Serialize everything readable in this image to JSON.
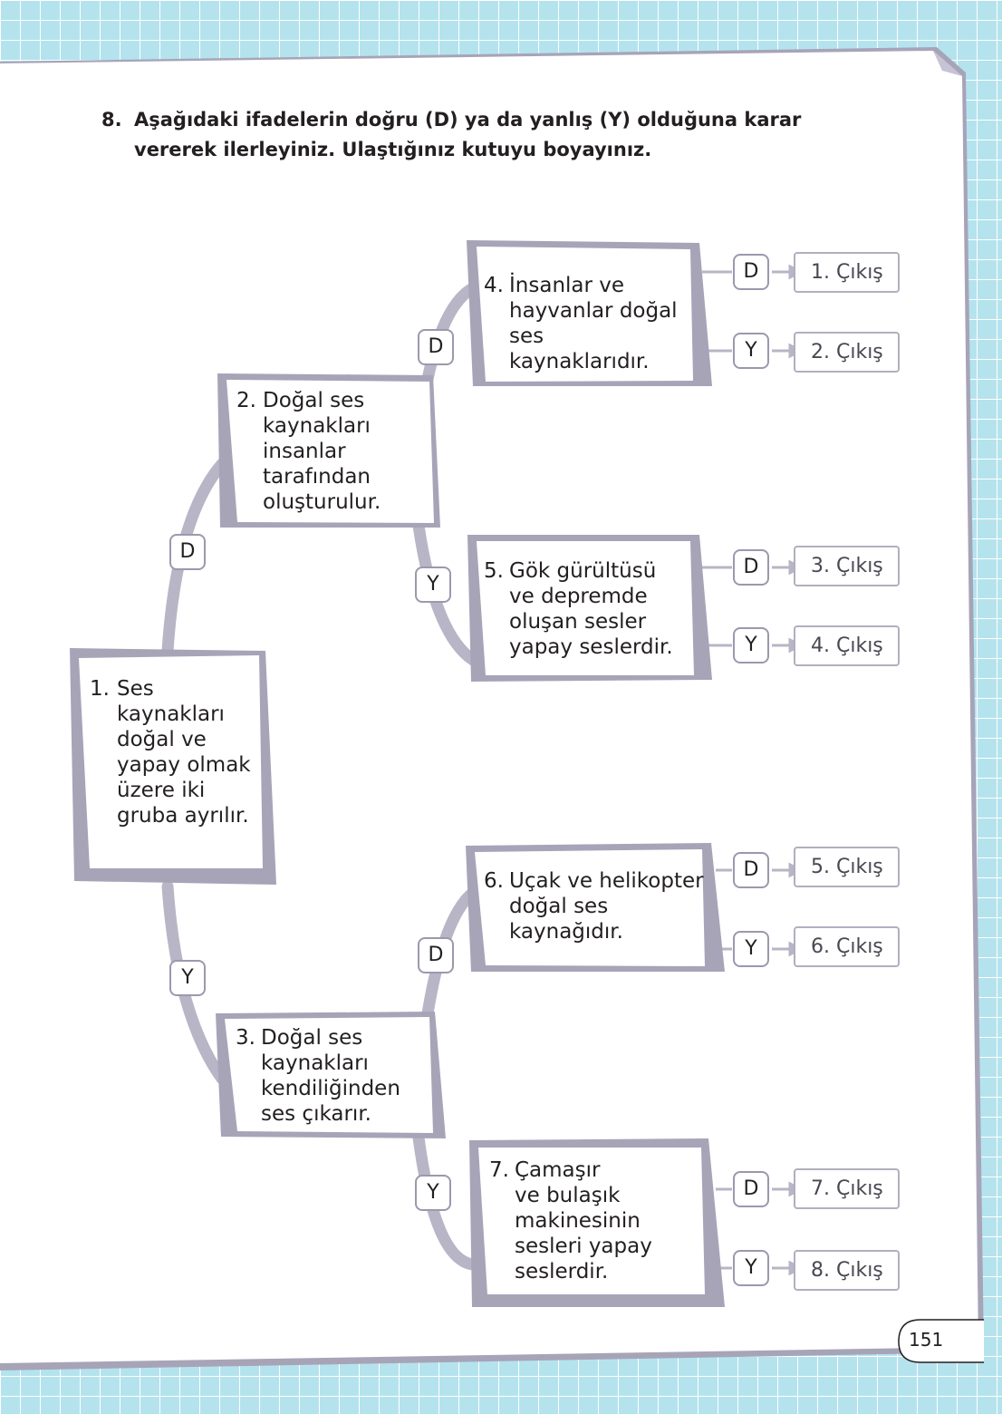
{
  "question": {
    "number": "8.",
    "text": "Aşağıdaki ifadelerin doğru (D) ya da yanlış (Y) olduğuna karar vererek ilerleyiniz. Ulaştığınız kutuyu boyayınız."
  },
  "statements": [
    {
      "number": "1.",
      "text": "Ses\nkaynakları\ndoğal ve\nyapay olmak\nüzere iki\ngruba ayrılır."
    },
    {
      "number": "2.",
      "text": "Doğal ses\nkaynakları\ninsanlar\ntarafından\noluşturulur."
    },
    {
      "number": "3.",
      "text": "Doğal ses\nkaynakları\nkendiliğinden\nses çıkarır."
    },
    {
      "number": "4.",
      "text": "İnsanlar ve\nhayvanlar doğal\nses kaynaklarıdır."
    },
    {
      "number": "5.",
      "text": "Gök gürültüsü\nve depremde\noluşan sesler\nyapay seslerdir."
    },
    {
      "number": "6.",
      "text": "Uçak ve helikopter\ndoğal ses\nkaynağıdır."
    },
    {
      "number": "7.",
      "text": "Çamaşır\nve bulaşık\nmakinesinin\nsesleri yapay\nseslerdir."
    }
  ],
  "answer_labels": {
    "true": "D",
    "false": "Y"
  },
  "exits": [
    "1. Çıkış",
    "2. Çıkış",
    "3. Çıkış",
    "4. Çıkış",
    "5. Çıkış",
    "6. Çıkış",
    "7. Çıkış",
    "8. Çıkış"
  ],
  "page_number": "151",
  "colors": {
    "background": "#b4e3ee",
    "box_border": "#9c98ad",
    "connector": "#b8b5c6",
    "text": "#231f20"
  }
}
